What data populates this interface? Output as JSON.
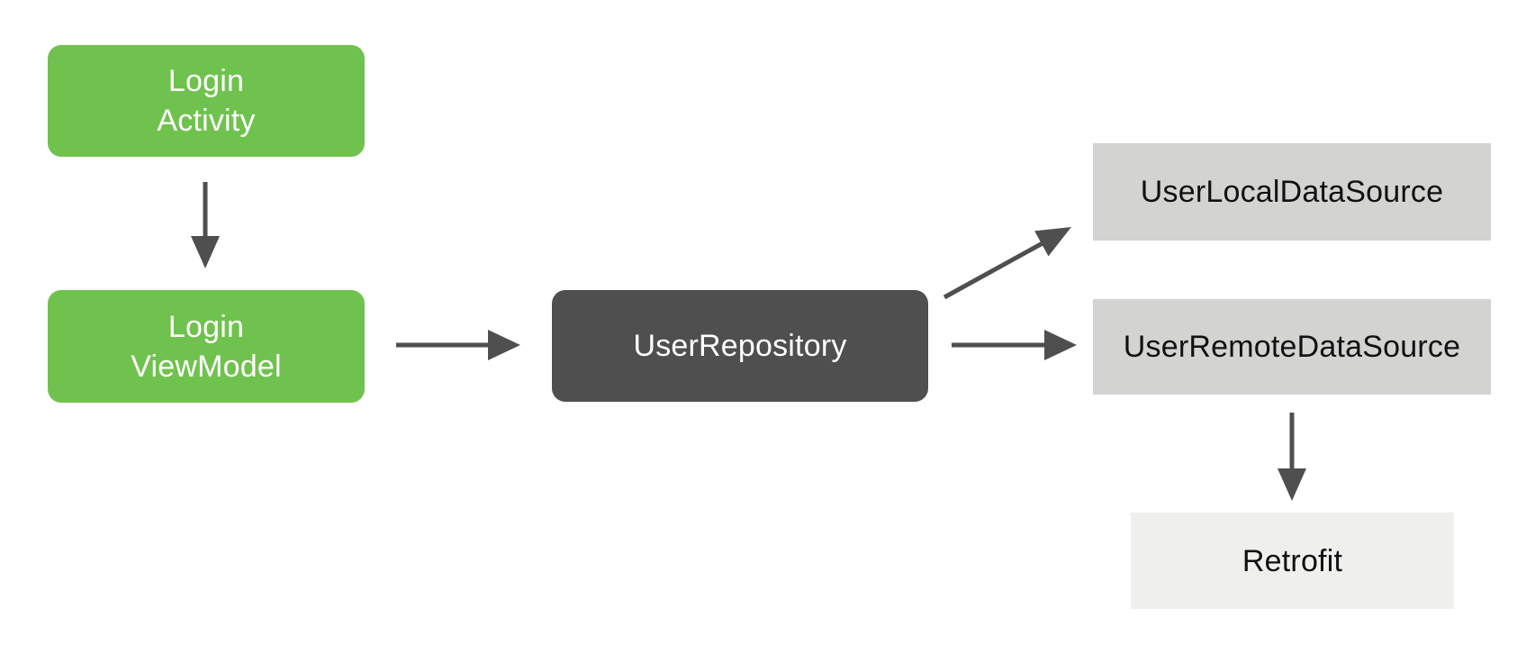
{
  "canvas": {
    "background": "#ffffff",
    "arrow_color": "#4f4f4f"
  },
  "nodes": {
    "login_activity": {
      "label": "Login\nActivity",
      "bg": "#70c24e",
      "text": "#ffffff"
    },
    "login_viewmodel": {
      "label": "Login\nViewModel",
      "bg": "#70c24e",
      "text": "#ffffff"
    },
    "user_repository": {
      "label": "UserRepository",
      "bg": "#4f4f4f",
      "text": "#ffffff"
    },
    "user_local_datasource": {
      "label": "UserLocalDataSource",
      "bg": "#d3d3d1",
      "text": "#111111"
    },
    "user_remote_datasource": {
      "label": "UserRemoteDataSource",
      "bg": "#d3d3d1",
      "text": "#111111"
    },
    "retrofit": {
      "label": "Retrofit",
      "bg": "#efefed",
      "text": "#111111"
    }
  },
  "edges": [
    {
      "from": "login_activity",
      "to": "login_viewmodel",
      "direction": "down"
    },
    {
      "from": "login_viewmodel",
      "to": "user_repository",
      "direction": "right"
    },
    {
      "from": "user_repository",
      "to": "user_local_datasource",
      "direction": "up-right"
    },
    {
      "from": "user_repository",
      "to": "user_remote_datasource",
      "direction": "right"
    },
    {
      "from": "user_remote_datasource",
      "to": "retrofit",
      "direction": "down"
    }
  ]
}
